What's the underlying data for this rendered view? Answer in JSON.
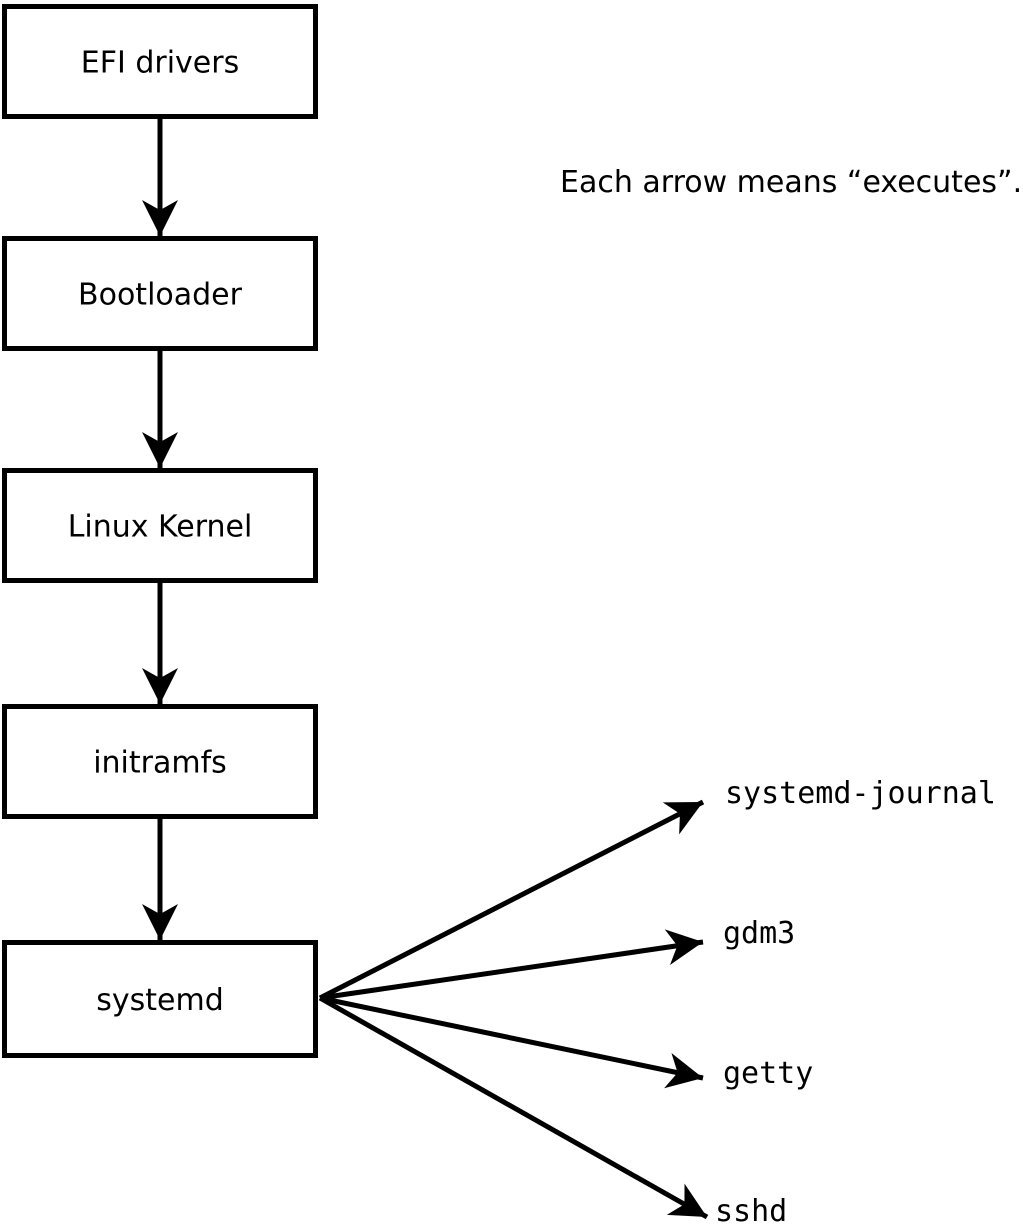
{
  "diagram": {
    "note": "Each arrow means “executes”.",
    "chain": [
      {
        "label": "EFI drivers"
      },
      {
        "label": "Bootloader"
      },
      {
        "label": "Linux Kernel"
      },
      {
        "label": "initramfs"
      },
      {
        "label": "systemd"
      }
    ],
    "spawned": [
      {
        "label": "systemd-journal"
      },
      {
        "label": "gdm3"
      },
      {
        "label": "getty"
      },
      {
        "label": "sshd"
      }
    ],
    "colors": {
      "stroke": "#000000",
      "node_fill": "#ffffff",
      "background": "#ffffff"
    }
  }
}
